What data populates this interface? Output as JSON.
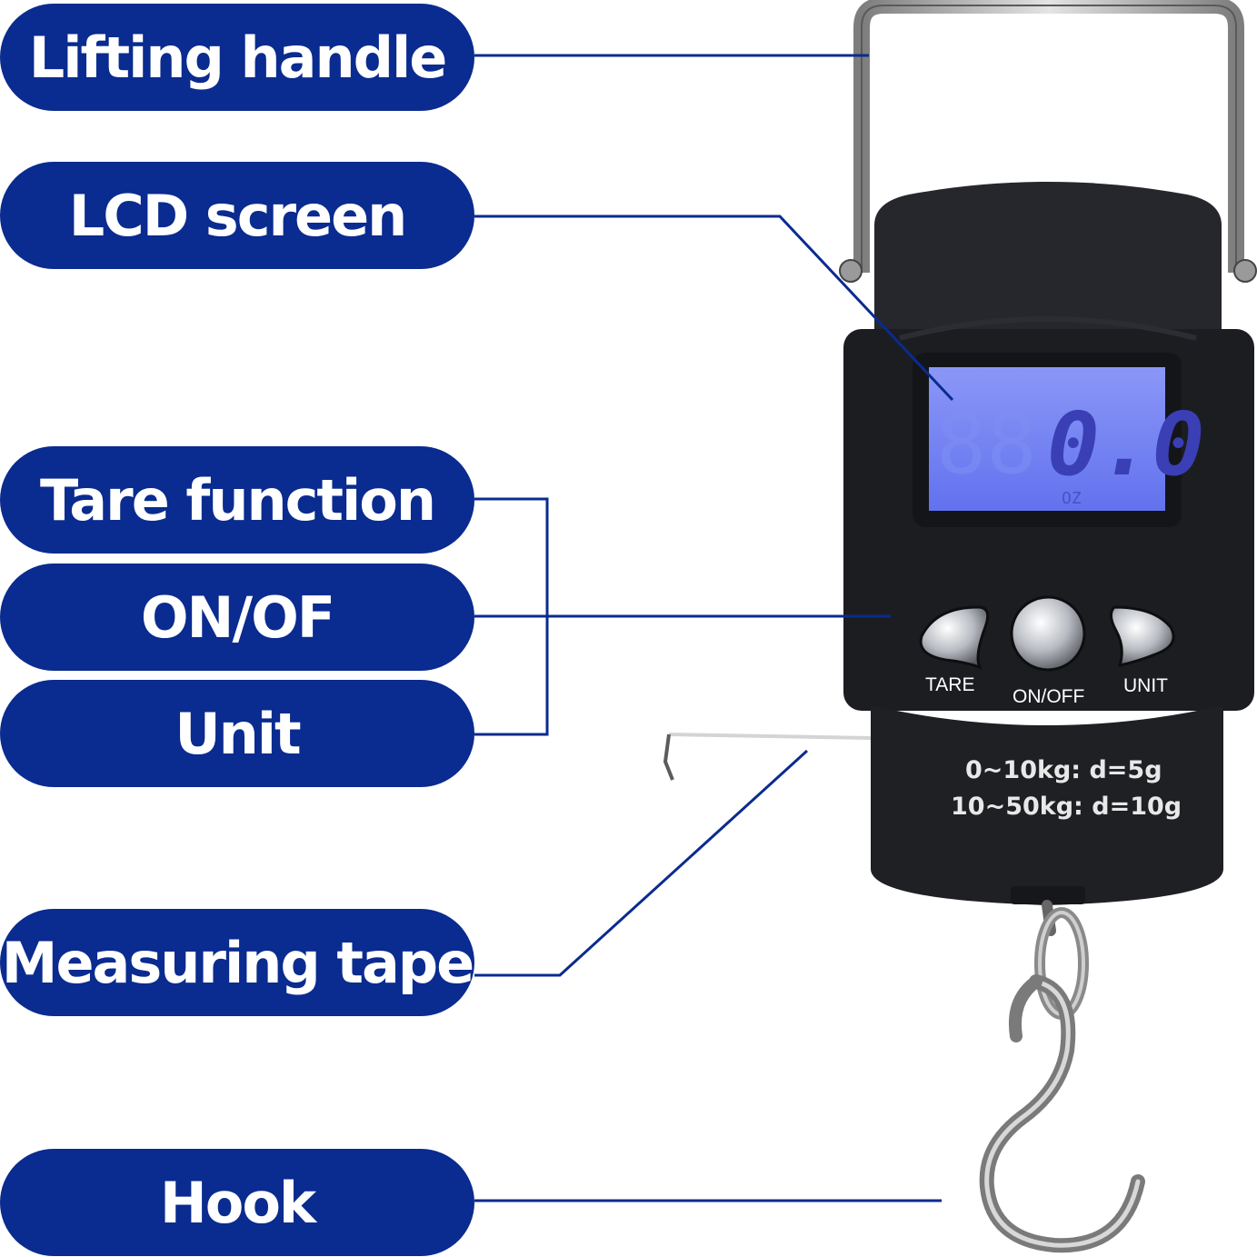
{
  "labels": {
    "lifting_handle": "Lifting handle",
    "lcd_screen": "LCD screen",
    "tare_function": "Tare function",
    "on_off": "ON/OF",
    "unit": "Unit",
    "measuring_tape": "Measuring tape",
    "hook": "Hook"
  },
  "device": {
    "lcd_reading": "0.0",
    "lcd_unit": "OZ",
    "button_tare": "TARE",
    "button_onoff": "ON/OFF",
    "button_unit": "UNIT",
    "spec_line_1": "0~10kg: d=5g",
    "spec_line_2": "10~50kg: d=10g"
  },
  "colors": {
    "label_background": "#0a2b8f",
    "label_text": "#ffffff",
    "connector_line": "#0a2b8f",
    "lcd_backlight": "#6f7ef2",
    "device_body": "#1c1d21"
  }
}
